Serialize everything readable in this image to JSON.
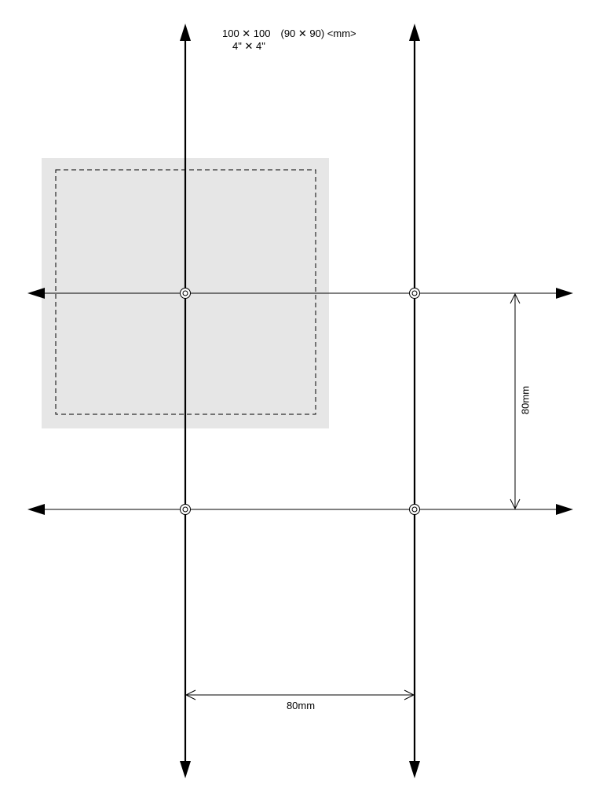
{
  "header": {
    "size_line": "100 ✕ 100　(90 ✕ 90) <mm>",
    "inch_line": "4\" ✕ 4\""
  },
  "dimensions": {
    "horizontal_spacing": "80mm",
    "vertical_spacing": "80mm"
  },
  "colors": {
    "line": "#000000",
    "panel_fill": "#e6e6e6",
    "background": "#ffffff"
  }
}
